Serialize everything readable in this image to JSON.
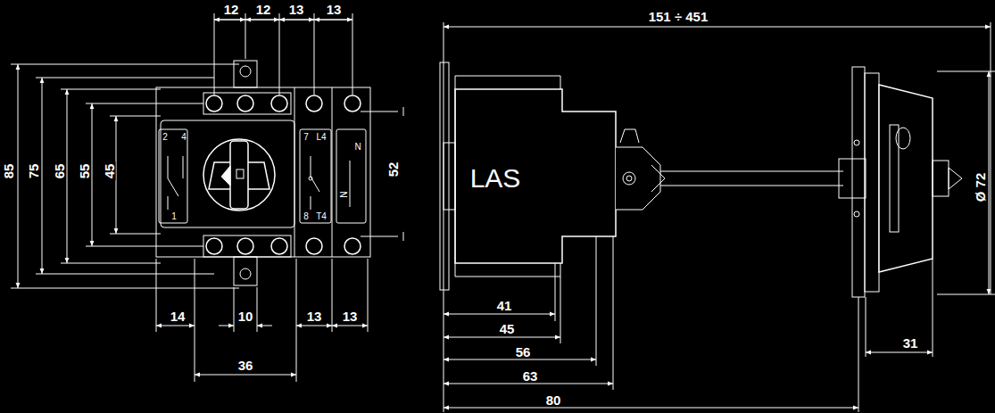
{
  "diagram": {
    "labels": [
      "12",
      "12",
      "13",
      "13",
      "85",
      "75",
      "65",
      "55",
      "45",
      "52",
      "14",
      "10",
      "13",
      "13",
      "36",
      "2",
      "4",
      "1",
      "7",
      "L4",
      "8",
      "T4",
      "N",
      "N",
      "151 ÷ 451",
      "LAS",
      "Ø 72",
      "41",
      "45",
      "56",
      "63",
      "80",
      "31"
    ]
  }
}
